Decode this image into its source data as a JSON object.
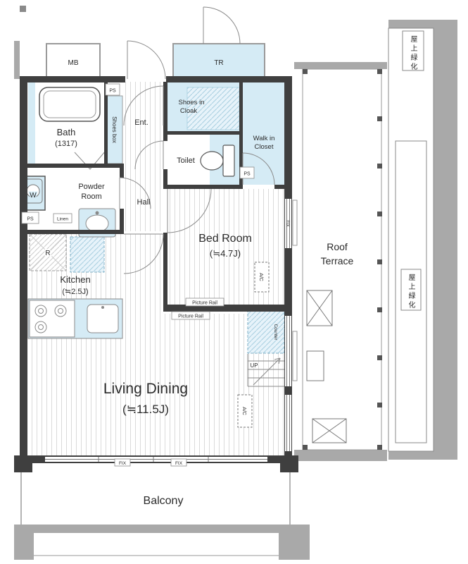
{
  "plan": {
    "rooms": {
      "mb": "MB",
      "tr": "TR",
      "bath": {
        "line1": "Bath",
        "line2": "(1317)"
      },
      "ent": "Ent.",
      "shoes_box": "Shoes box",
      "shoes_in_cloak": {
        "line1": "Shoes in",
        "line2": "Cloak"
      },
      "walk_in_closet": {
        "line1": "Walk in",
        "line2": "Closet"
      },
      "toilet": "Toilet",
      "powder_room": {
        "line1": "Powder",
        "line2": "Room"
      },
      "hall": "Hall",
      "bed_room": {
        "line1": "Bed Room",
        "line2": "(≒4.7J)"
      },
      "kitchen": {
        "line1": "Kitchen",
        "line2": "(≒2.5J)"
      },
      "living_dining": {
        "line1": "Living Dining",
        "line2": "(≒11.5J)"
      },
      "balcony": "Balcony",
      "roof_terrace": {
        "line1": "Roof",
        "line2": "Terrace"
      },
      "rooftop_green": "屋上緑化"
    },
    "labels": {
      "w": "W",
      "r": "R",
      "ps": "PS",
      "linen": "Linen",
      "ac": "A/C",
      "up": "UP",
      "fix": "FIX",
      "counter": "Counter",
      "picture_rail": "Picture Rail"
    },
    "colors": {
      "wall": "#3f3f3f",
      "structure_gray": "#a9a9a9",
      "fixture_blue": "#d5ebf5",
      "floor_stripe": "#dadada",
      "line_gray": "#8a8a8a",
      "text": "#2b2b2b"
    }
  }
}
